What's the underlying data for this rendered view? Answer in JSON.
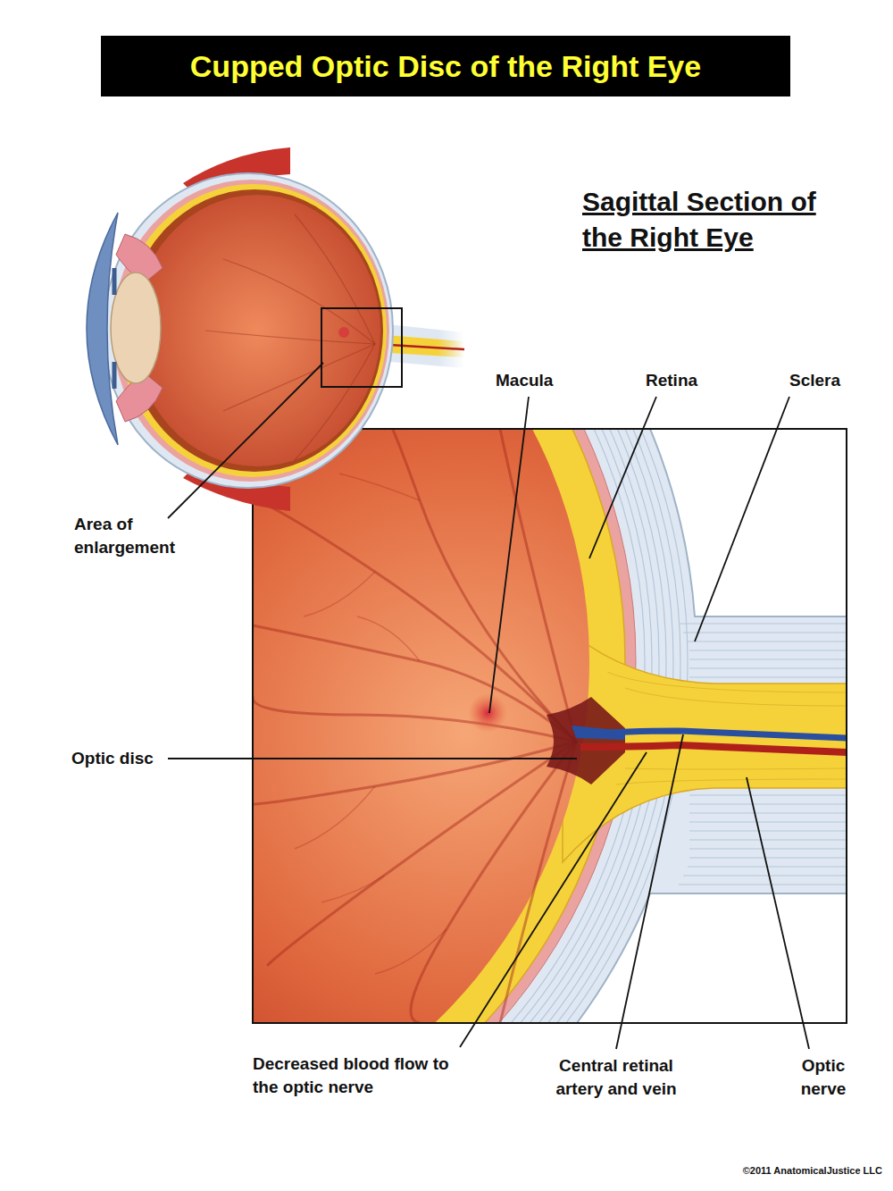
{
  "diagram": {
    "title": "Cupped Optic Disc of the Right Eye",
    "labels": [
      "Sagittal Section of the Right Eye",
      "Area of enlargement",
      "Macula",
      "Retina",
      "Sclera",
      "Optic disc",
      "Decreased blood flow to the optic nerve",
      "Central retinal artery and vein",
      "Optic nerve",
      "©2011 AnatomicalJustice LLC"
    ]
  }
}
